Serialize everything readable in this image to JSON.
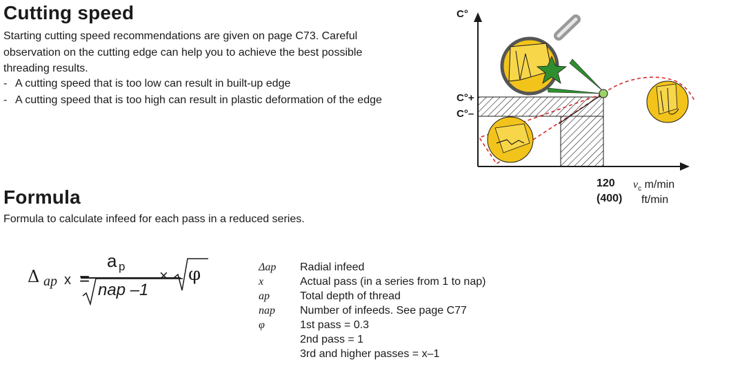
{
  "cutting_speed": {
    "title": "Cutting speed",
    "intro": "Starting cutting speed recommendations are given on page C73. Careful observation on the cutting edge can help you to achieve the best possible threading results.",
    "bullets": [
      "A cutting speed that is too low can result in built-up edge",
      "A cutting speed that is too high can result in plastic deformation of the edge"
    ],
    "bullet_marker": "-"
  },
  "diagram": {
    "y_axis_label": "C°",
    "upper_label": "C°+",
    "lower_label": "C°–",
    "x_value_metric": "120",
    "x_value_imperial": "(400)",
    "x_unit_symbol": "v",
    "x_unit_sub": "c",
    "x_unit_metric": "m/min",
    "x_unit_imperial": "ft/min",
    "colors": {
      "insert": "#f2c31a",
      "star": "#2f8f2f",
      "curve": "#d42a2a"
    }
  },
  "formula": {
    "title": "Formula",
    "intro": "Formula to calculate infeed for each pass in a reduced series.",
    "lhs_delta": "Δ",
    "lhs_sub": "ap",
    "lhs_x": "x",
    "equals": "=",
    "num_a": "a",
    "num_p": "p",
    "denominator": "nap –1",
    "times": "×",
    "phi": "φ",
    "legend": [
      {
        "symbol": "Δap",
        "text": "Radial infeed"
      },
      {
        "symbol": "x",
        "text": "Actual pass (in a series from 1 to nap)"
      },
      {
        "symbol": "ap",
        "text": "Total depth of thread"
      },
      {
        "symbol": "nap",
        "text": "Number of infeeds. See page C77"
      },
      {
        "symbol": "φ",
        "text": "1st pass = 0.3"
      },
      {
        "symbol": "",
        "text": "2nd pass   =  1"
      },
      {
        "symbol": "",
        "text": "3rd and higher passes  =  x–1"
      }
    ]
  }
}
